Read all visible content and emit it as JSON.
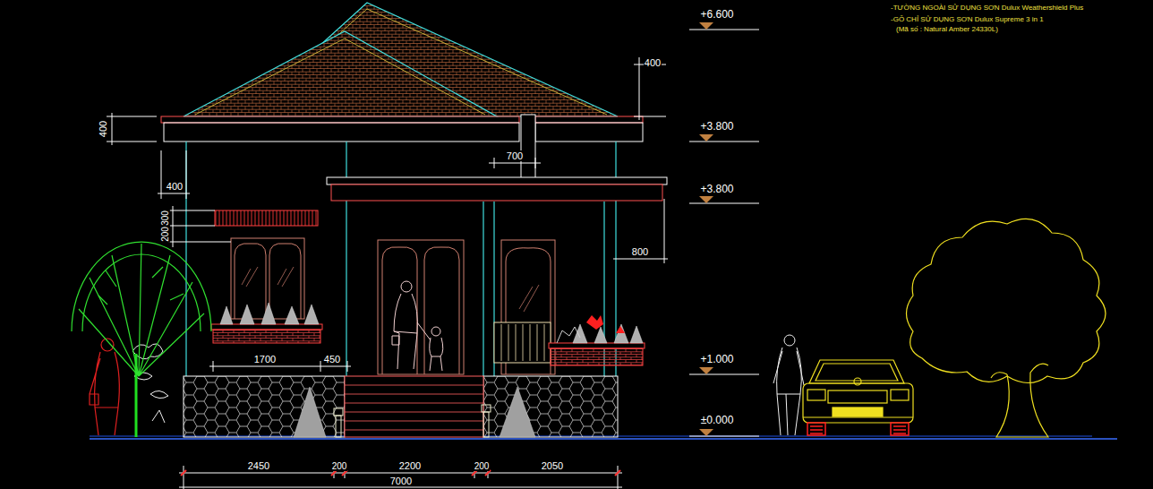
{
  "diagram": {
    "labels": [
      "+6.600",
      "+3.800",
      "+3.800",
      "+1.000",
      "±0.000",
      "-TƯỜNG NGOÀI SỬ DỤNG SƠN Dulux Weathershield Plus",
      "-GỖ CHỈ SỬ DỤNG SƠN Dulux Supreme 3 in 1",
      "(Mã số : Natural Amber 24330L)",
      "400",
      "400",
      "700",
      "400",
      "200",
      "300",
      "800",
      "1700",
      "450",
      "2450",
      "200",
      "2200",
      "200",
      "2050",
      "7000"
    ]
  }
}
